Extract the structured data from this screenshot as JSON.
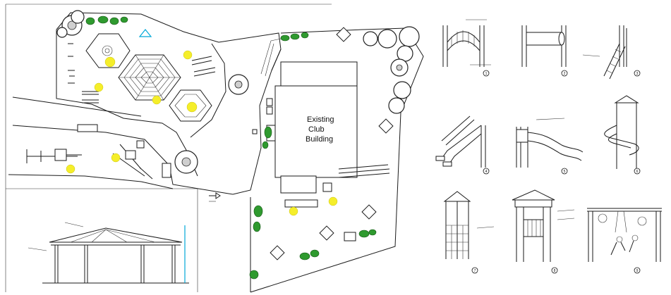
{
  "building": {
    "label_line1": "Existing",
    "label_line2": "Club",
    "label_line3": "Building"
  },
  "equipment_numbers": [
    "1",
    "2",
    "3",
    "4",
    "5",
    "6",
    "7",
    "8",
    "9"
  ],
  "colors": {
    "linework": "#1a1a1a",
    "shrub": "#2f9a2f",
    "light_marker": "#f5ee2a",
    "accent": "#00a8d8"
  }
}
